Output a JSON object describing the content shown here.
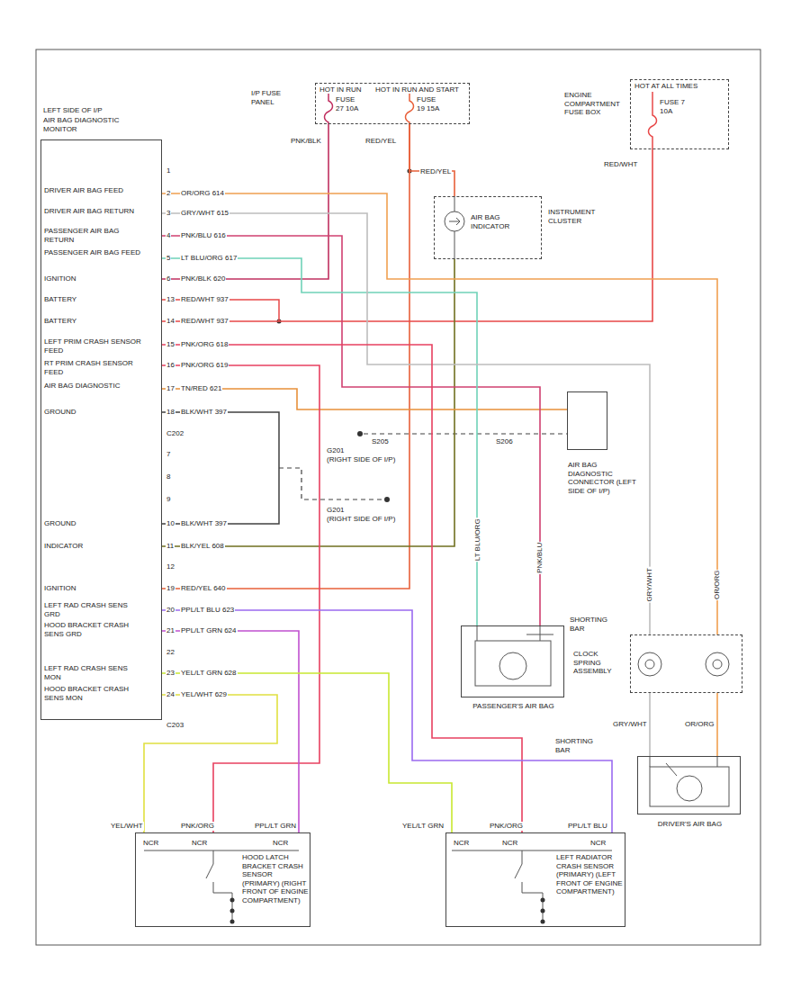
{
  "diagram": {
    "nodes": [
      {
        "text": [
          "LEFT SIDE OF I/P",
          "AIR BAG DIAGNOSTIC MONITOR"
        ]
      },
      {
        "text": [
          "HOT IN RUN",
          "HOT IN RUN AND START",
          "I/P FUSE PANEL",
          "FUSE 27 10A",
          "FUSE 19 15A"
        ]
      },
      {
        "text": [
          "HOT AT ALL TIMES",
          "ENGINE COMPARTMENT FUSE BOX",
          "FUSE 7 10A"
        ]
      },
      {
        "text": [
          "AIR BAG INDICATOR",
          "INSTRUMENT CLUSTER"
        ]
      },
      {
        "text": [
          "AIR BAG DIAGNOSTIC CONNECTOR (LEFT SIDE OF I/P)"
        ]
      },
      {
        "text": [
          "SHORTING BAR",
          "PASSENGER'S AIR BAG"
        ]
      },
      {
        "text": [
          "CLOCK SPRING ASSEMBLY"
        ]
      },
      {
        "text": [
          "SHORTING BAR",
          "DRIVER'S AIR BAG"
        ]
      },
      {
        "text": [
          "NCR",
          "NCR",
          "NCR",
          "HOOD LATCH BRACKET CRASH SENSOR (PRIMARY) (RIGHT FRONT OF ENGINE COMPARTMENT)"
        ]
      },
      {
        "text": [
          "NCR",
          "NCR",
          "NCR",
          "LEFT RADIATOR CRASH SENSOR (PRIMARY) (LEFT FRONT OF ENGINE COMPARTMENT)"
        ]
      }
    ],
    "edges": [
      {
        "from": 1,
        "to": 0,
        "arrow": "none"
      },
      {
        "from": 1,
        "to": 0,
        "arrow": "none"
      },
      {
        "from": 1,
        "to": 3,
        "arrow": "none"
      },
      {
        "from": 2,
        "to": 0,
        "arrow": "none"
      },
      {
        "from": 3,
        "to": 0,
        "arrow": "none"
      },
      {
        "from": 0,
        "to": 4,
        "arrow": "none"
      },
      {
        "from": 0,
        "to": 5,
        "arrow": "none"
      },
      {
        "from": 0,
        "to": 5,
        "arrow": "none"
      },
      {
        "from": 0,
        "to": 6,
        "arrow": "none"
      },
      {
        "from": 0,
        "to": 6,
        "arrow": "none"
      },
      {
        "from": 6,
        "to": 7,
        "arrow": "none"
      },
      {
        "from": 6,
        "to": 7,
        "arrow": "none"
      },
      {
        "from": 0,
        "to": 9,
        "arrow": "none"
      },
      {
        "from": 0,
        "to": 8,
        "arrow": "none"
      },
      {
        "from": 0,
        "to": 9,
        "arrow": "none"
      },
      {
        "from": 0,
        "to": 8,
        "arrow": "none"
      },
      {
        "from": 0,
        "to": 9,
        "arrow": "none"
      },
      {
        "from": 0,
        "to": 8,
        "arrow": "none"
      }
    ],
    "labels": [
      "DRIVER AIR BAG FEED",
      "DRIVER AIR BAG RETURN",
      "PASSENGER AIR BAG RETURN",
      "PASSENGER AIR BAG FEED",
      "IGNITION",
      "BATTERY",
      "BATTERY",
      "LEFT PRIM CRASH SENSOR FEED",
      "RT PRIM CRASH SENSOR FEED",
      "AIR BAG DIAGNOSTIC",
      "GROUND",
      "GROUND",
      "INDICATOR",
      "IGNITION",
      "LEFT RAD CRASH SENS GRD",
      "HOOD BRACKET CRASH SENS GRD",
      "LEFT RAD CRASH SENS MON",
      "HOOD BRACKET CRASH SENS MON",
      "1",
      "2",
      "3",
      "4",
      "5",
      "6",
      "13",
      "14",
      "15",
      "16",
      "17",
      "18",
      "C202",
      "7",
      "8",
      "9",
      "10",
      "11",
      "12",
      "19",
      "20",
      "21",
      "22",
      "23",
      "24",
      "C203",
      "OR/ORG 614",
      "GRY/WHT 615",
      "PNK/BLU 616",
      "LT BLU/ORG 617",
      "PNK/BLK 620",
      "RED/WHT 937",
      "RED/WHT 937",
      "PNK/ORG 618",
      "PNK/ORG 619",
      "TN/RED 621",
      "BLK/WHT 397",
      "BLK/WHT 397",
      "BLK/YEL 608",
      "RED/YEL 640",
      "PPL/LT BLU 623",
      "PPL/LT GRN 624",
      "YEL/LT GRN 628",
      "YEL/WHT 629",
      "PNK/BLK",
      "RED/YEL",
      "RED/YEL",
      "RED/WHT",
      "LT BLU/ORG",
      "PNK/BLU",
      "GRY/WHT",
      "OR/ORG",
      "GRY/WHT",
      "OR/ORG",
      "YEL/WHT",
      "PNK/ORG",
      "PPL/LT GRN",
      "YEL/LT GRN",
      "PNK/ORG",
      "PPL/LT BLU",
      "S205",
      "S206",
      "G201",
      "(RIGHT SIDE OF I/P)",
      "G201",
      "(RIGHT SIDE OF I/P)"
    ]
  }
}
